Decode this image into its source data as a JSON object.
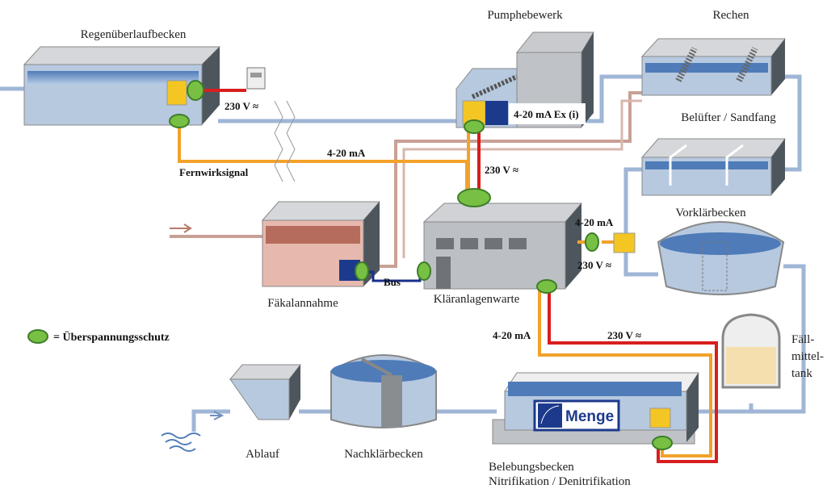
{
  "stations": {
    "regenueberlaufbecken": "Regenüberlaufbecken",
    "pumphebewerk": "Pumphebewerk",
    "rechen": "Rechen",
    "beluefter_sandfang": "Belüfter / Sandfang",
    "vorklaerbecken": "Vorklärbecken",
    "faellmitteltank": [
      "Fäll-",
      "mittel-",
      "tank"
    ],
    "klaeranlagenwarte": "Kläranlagenwarte",
    "faekalannahme": "Fäkalannahme",
    "ablauf": "Ablauf",
    "nachklaerbecken": "Nachklärbecken",
    "belebungsbecken": "Belebungsbecken",
    "nitrifikation": "Nitrifikation / Denitrifikation"
  },
  "signals": {
    "rub_power": "230 V ≈",
    "rub_signal": "4-20 mA",
    "fernwirk": "Fernwirksignal",
    "pump_signal": "4-20 mA Ex (i)",
    "pump_power": "230 V ≈",
    "vk_signal": "4-20 mA",
    "vk_power": "230 V ≈",
    "bus": "Bus",
    "bb_signal": "4-20 mA",
    "bb_power": "230 V ≈"
  },
  "display": {
    "menge": "Menge"
  },
  "legend": {
    "text": "= Überspannungsschutz",
    "icon": "green-ellipse-surge-protector"
  },
  "colors": {
    "water": "#a9c2df",
    "water_dark": "#4f7cb8",
    "pipe": "#9fb6d6",
    "sewage": "#b97a6a",
    "signal": "#f2a22a",
    "power": "#d81e1e",
    "bus": "#1a2f8c",
    "protector": "#78c043",
    "building": "#b9bcc0"
  }
}
